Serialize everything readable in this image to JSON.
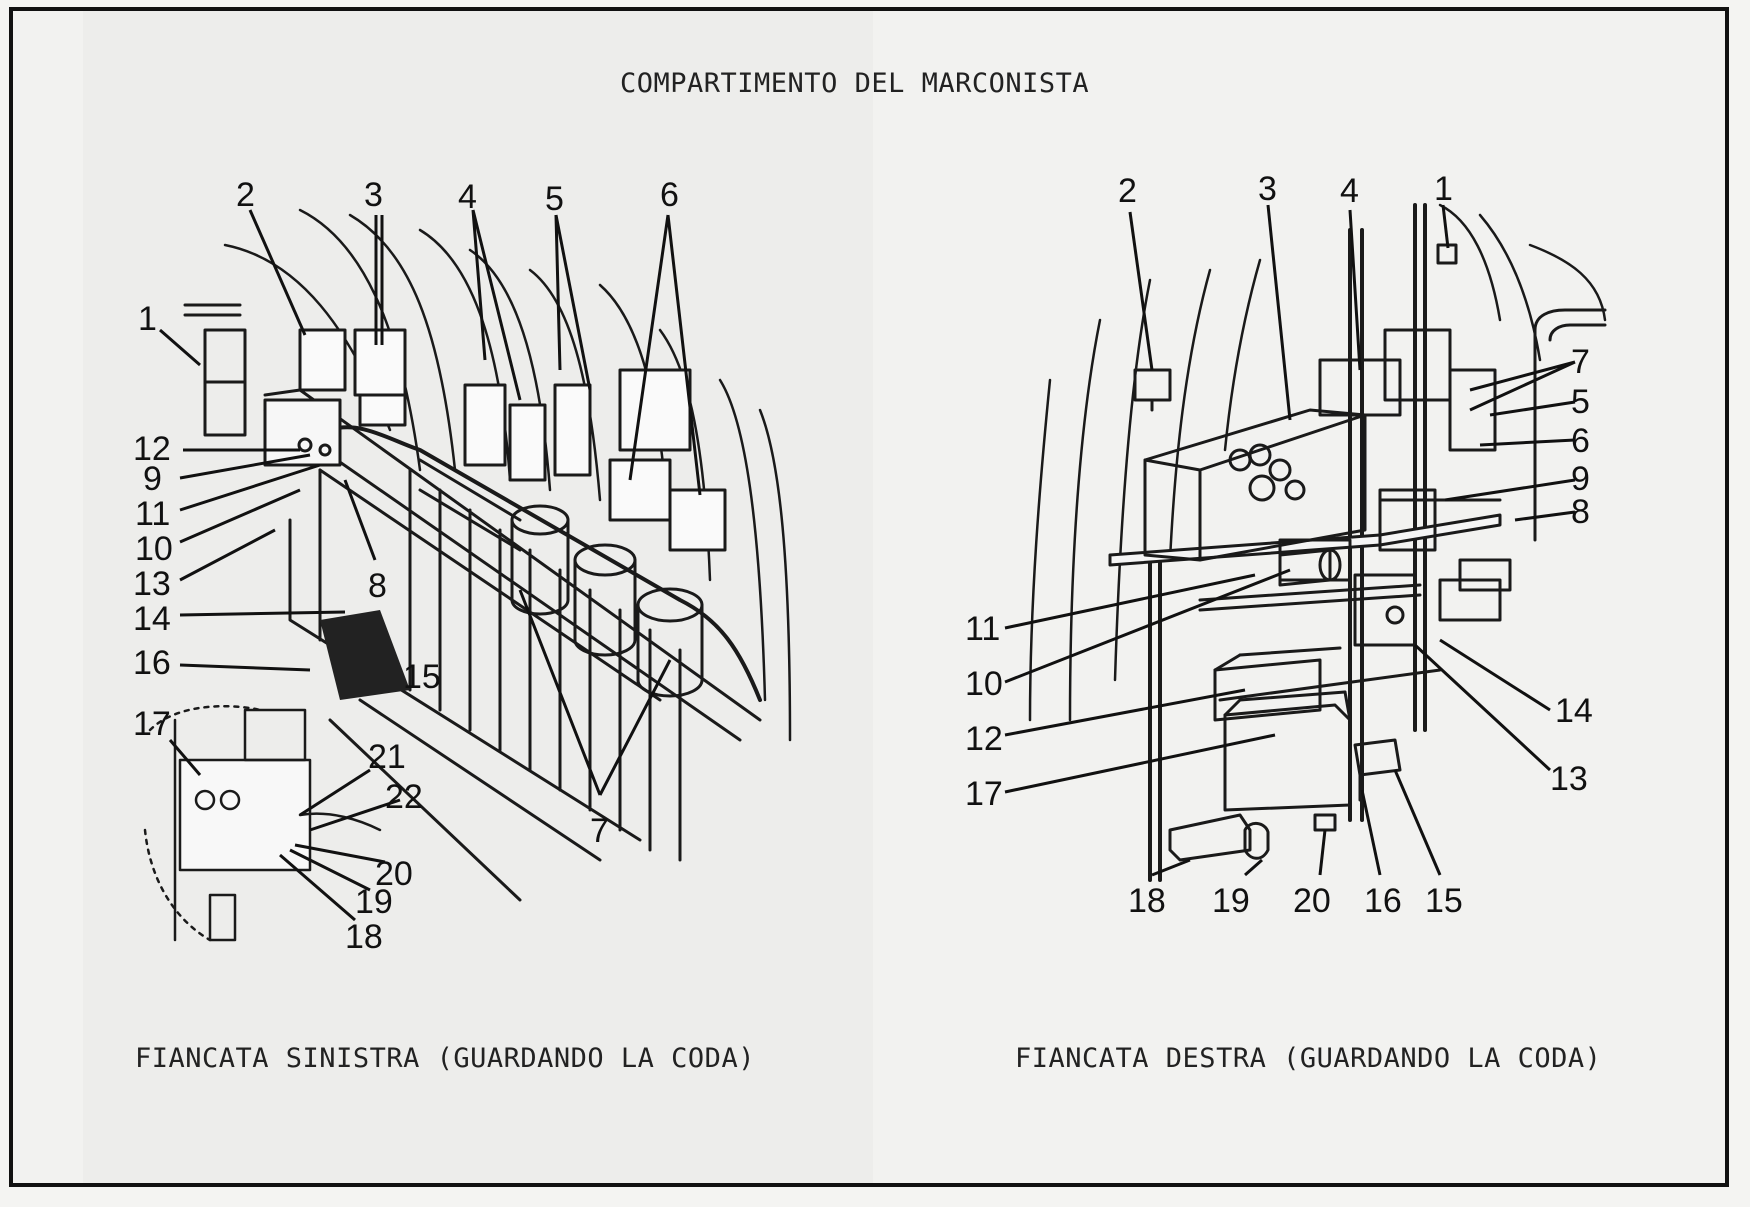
{
  "diagram": {
    "title": "COMPARTIMENTO DEL MARCONISTA",
    "left_panel": {
      "caption": "FIANCATA SINISTRA (GUARDANDO LA CODA)",
      "callouts": [
        "1",
        "2",
        "3",
        "4",
        "5",
        "6",
        "7",
        "8",
        "9",
        "10",
        "11",
        "12",
        "13",
        "14",
        "15",
        "16",
        "17",
        "18",
        "19",
        "20",
        "21",
        "22"
      ]
    },
    "right_panel": {
      "caption": "FIANCATA DESTRA (GUARDANDO LA CODA)",
      "callouts": [
        "1",
        "2",
        "3",
        "4",
        "5",
        "6",
        "7",
        "8",
        "9",
        "10",
        "11",
        "12",
        "13",
        "14",
        "15",
        "16",
        "17",
        "18",
        "19",
        "20"
      ]
    }
  }
}
